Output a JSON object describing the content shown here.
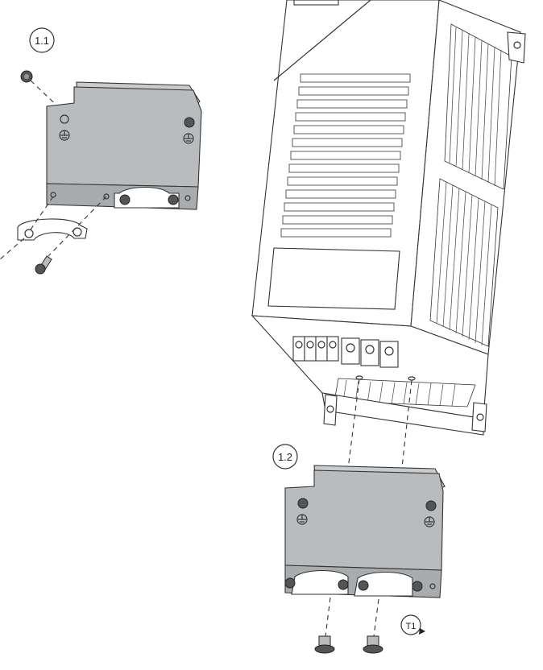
{
  "callouts": {
    "step_1": "1.1",
    "step_2": "1.2",
    "torque": "T1"
  },
  "icons": {
    "ground": "ground-symbol-icon",
    "rotation": "clockwise-arrow-icon"
  },
  "colors": {
    "plate_fill": "#b9bcbe",
    "line": "#333333",
    "background": "#ffffff"
  }
}
